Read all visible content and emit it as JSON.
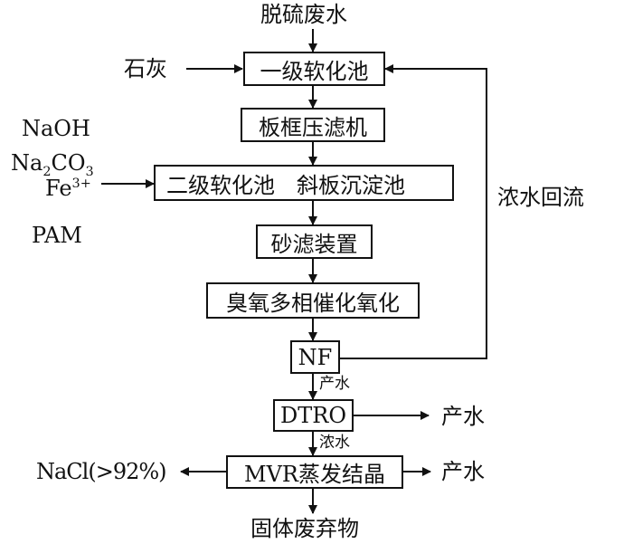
{
  "title": "脱硫废水处理工艺流程",
  "nodes": {
    "input": "脱硫废水",
    "primary_softening": "一级软化池",
    "filter_press": "板框压滤机",
    "secondary_softening": "二级软化池",
    "inclined_settler": "斜板沉淀池",
    "sand_filter": "砂滤装置",
    "ozone_oxidation": "臭氧多相催化氧化",
    "nf": "NF",
    "dtro": "DTRO",
    "mvr": "MVR蒸发结晶",
    "solid_waste": "固体废弃物"
  },
  "reagents": {
    "lime": "石灰",
    "naoh": "NaOH",
    "na2co3_base": "Na",
    "na2co3_sub1": "2",
    "na2co3_mid": "CO",
    "na2co3_sub2": "3",
    "fe_base": "Fe",
    "fe_sup": "3+",
    "pam": "PAM"
  },
  "labels": {
    "concentrate_return": "浓水回流",
    "nf_permeate": "产水",
    "dtro_permeate": "产水",
    "dtro_concentrate": "浓水",
    "mvr_water": "产水",
    "nacl": "NaCl(>92%)"
  },
  "colors": {
    "line": "#111111",
    "background": "#ffffff"
  }
}
